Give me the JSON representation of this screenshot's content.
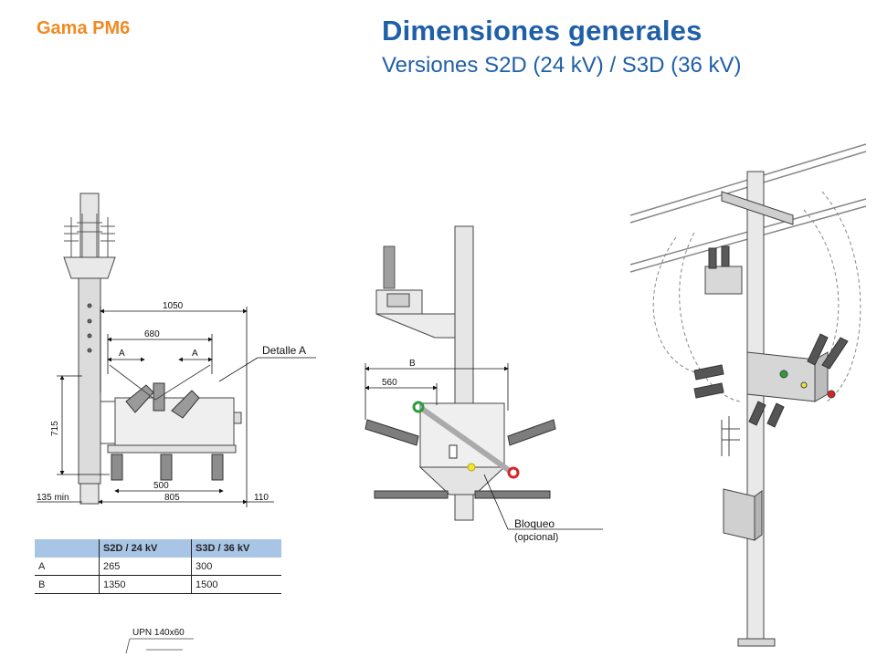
{
  "header": {
    "brand": "Gama PM6",
    "title": "Dimensiones generales",
    "subtitle": "Versiones S2D (24 kV) / S3D (36 kV)"
  },
  "front_view": {
    "dims": {
      "overall_width": "1050",
      "width_680": "680",
      "a_left": "A",
      "a_right": "A",
      "height": "715",
      "width_500": "500",
      "min_135": "135 min",
      "width_805": "805",
      "width_110": "110"
    },
    "callout": "Detalle A"
  },
  "side_view": {
    "dims": {
      "b": "B",
      "width_560": "560"
    },
    "callout": "Bloqueo",
    "callout_note": "(opcional)"
  },
  "table": {
    "headers": [
      "",
      "S2D / 24 kV",
      "S3D / 36 kV"
    ],
    "rows": [
      [
        "A",
        "265",
        "300"
      ],
      [
        "B",
        "1350",
        "1500"
      ]
    ]
  },
  "bottom_label": "UPN 140x60",
  "colors": {
    "brand": "#f08a24",
    "title": "#1f5fa8",
    "table_header": "#a9c5e6",
    "handle_green": "#2e9b3a",
    "handle_red": "#d8232a",
    "handle_yellow": "#f2e33a"
  }
}
